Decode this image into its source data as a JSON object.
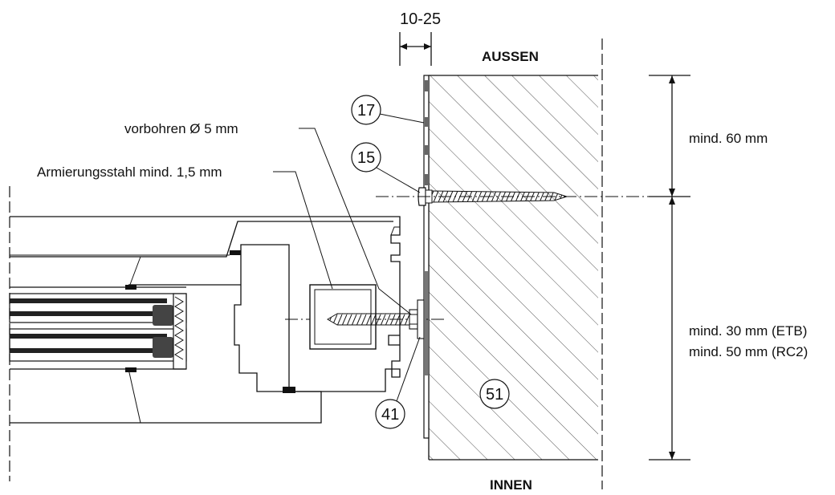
{
  "labels": {
    "dimension_gap": "10-25",
    "outside": "AUSSEN",
    "inside": "INNEN",
    "predrill": "vorbohren Ø 5 mm",
    "reinforcement": "Armierungsstahl mind. 1,5 mm",
    "min_edge_top": "mind. 60 mm",
    "min_etb": "mind. 30 mm (ETB)",
    "min_rc2": "mind. 50 mm (RC2)"
  },
  "callouts": {
    "c17": "17",
    "c15": "15",
    "c41": "41",
    "c51": "51"
  }
}
